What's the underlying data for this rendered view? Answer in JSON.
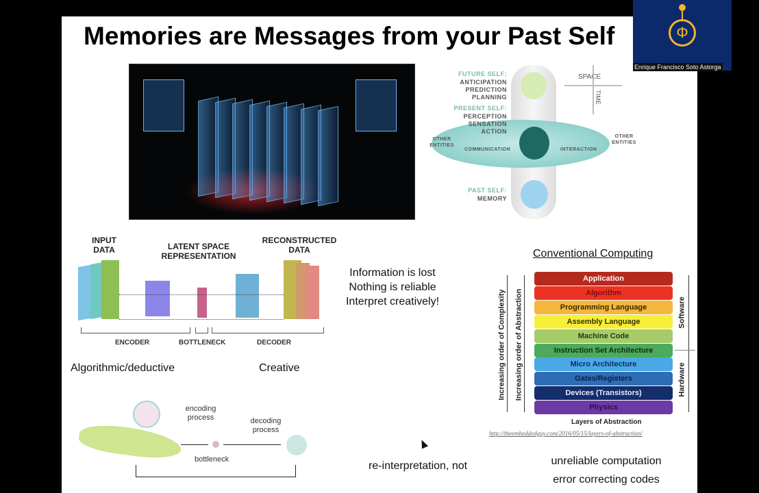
{
  "slide": {
    "title": "Memories are Messages from your Past Self",
    "self_diagram": {
      "future_title": "FUTURE SELF:",
      "future_items": [
        "ANTICIPATION",
        "PREDICTION",
        "PLANNING"
      ],
      "present_title": "PRESENT SELF:",
      "present_items": [
        "PERCEPTION",
        "SENSATION",
        "ACTION"
      ],
      "past_title": "PAST SELF:",
      "past_items": [
        "MEMORY"
      ],
      "other_entities": "OTHER ENTITIES",
      "communication": "COMMUNICATION",
      "interaction": "INTERACTION",
      "space": "SPACE",
      "time": "TIME"
    },
    "autoencoder": {
      "input": "INPUT DATA",
      "latent": "LATENT SPACE REPRESENTATION",
      "reconstructed": "RECONSTRUCTED DATA",
      "encoder": "ENCODER",
      "bottleneck": "BOTTLENECK",
      "decoder": "DECODER"
    },
    "info_lines": [
      "Information is lost",
      "Nothing is reliable",
      "Interpret creatively!"
    ],
    "algorithmic": "Algorithmic/deductive",
    "creative": "Creative",
    "salamander": {
      "encoding": "encoding process",
      "decoding": "decoding process",
      "bottleneck": "bottleneck"
    },
    "reinterpretation": "re-interpretation, not",
    "computing": {
      "title": "Conventional Computing",
      "layers": [
        {
          "label": "Application",
          "bg": "#b52a1f",
          "fg": "#ffffff"
        },
        {
          "label": "Algorithm",
          "bg": "#ec3323",
          "fg": "#7a1010"
        },
        {
          "label": "Programming Language",
          "bg": "#f3b73d",
          "fg": "#3a2a00"
        },
        {
          "label": "Assembly Language",
          "bg": "#f7ee3a",
          "fg": "#333300"
        },
        {
          "label": "Machine Code",
          "bg": "#a6cc6a",
          "fg": "#1f3a10"
        },
        {
          "label": "Instruction Set Architecture",
          "bg": "#4caa5c",
          "fg": "#0e2e12"
        },
        {
          "label": "Micro Architecture",
          "bg": "#4aa8e6",
          "fg": "#0c2e66"
        },
        {
          "label": "Gates/Registers",
          "bg": "#2e6db5",
          "fg": "#0b1e4d"
        },
        {
          "label": "Devices (Transistors)",
          "bg": "#142d6b",
          "fg": "#e6ecff"
        },
        {
          "label": "Physics",
          "bg": "#6c3aa4",
          "fg": "#2a0f4d"
        }
      ],
      "complexity": "Increasing order of Complexity",
      "abstraction": "Increasing order of Abstraction",
      "software": "Software",
      "hardware": "Hardware",
      "caption": "Layers of Abstraction",
      "source": "http://theembeddedguy.com/2016/05/15/layers-of-abstraction/"
    },
    "unreliable_lines": [
      "unreliable computation",
      "error correcting codes"
    ]
  },
  "participant": {
    "name": "Enrique Francisco Soto Astorga",
    "logo_letter": "Φ"
  }
}
